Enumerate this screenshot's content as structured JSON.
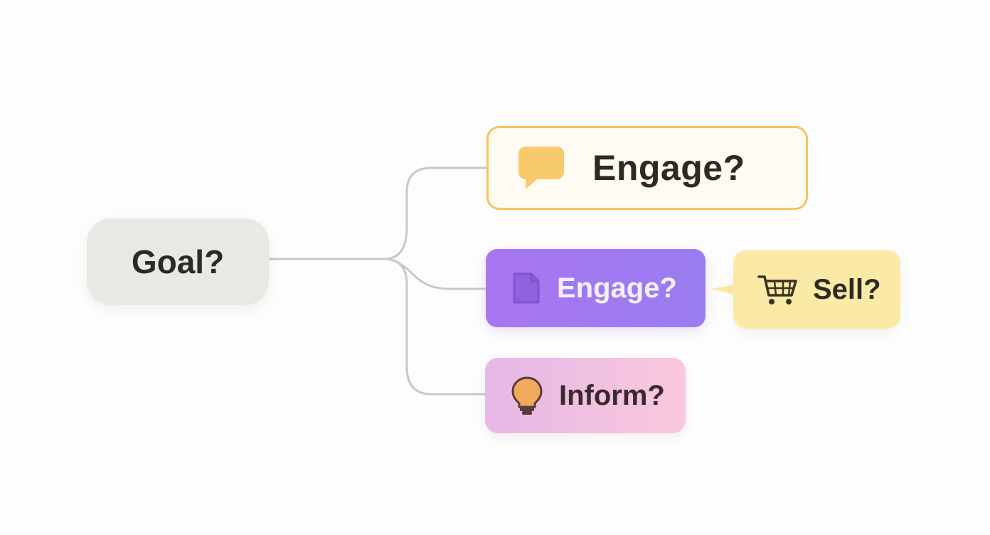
{
  "diagram": {
    "root": {
      "label": "Goal?"
    },
    "branches": [
      {
        "label": "Engage?",
        "icon": "chat-bubble-icon",
        "color": "#f5c45c"
      },
      {
        "label": "Engage?",
        "icon": "document-icon",
        "color": "#a07af0"
      },
      {
        "label": "Inform?",
        "icon": "lightbulb-icon",
        "color": "#f0b8e0"
      }
    ],
    "callout": {
      "label": "Sell?",
      "icon": "shopping-cart-icon",
      "color": "#fbeaa6"
    },
    "connector_color": "#c8c8c8"
  }
}
